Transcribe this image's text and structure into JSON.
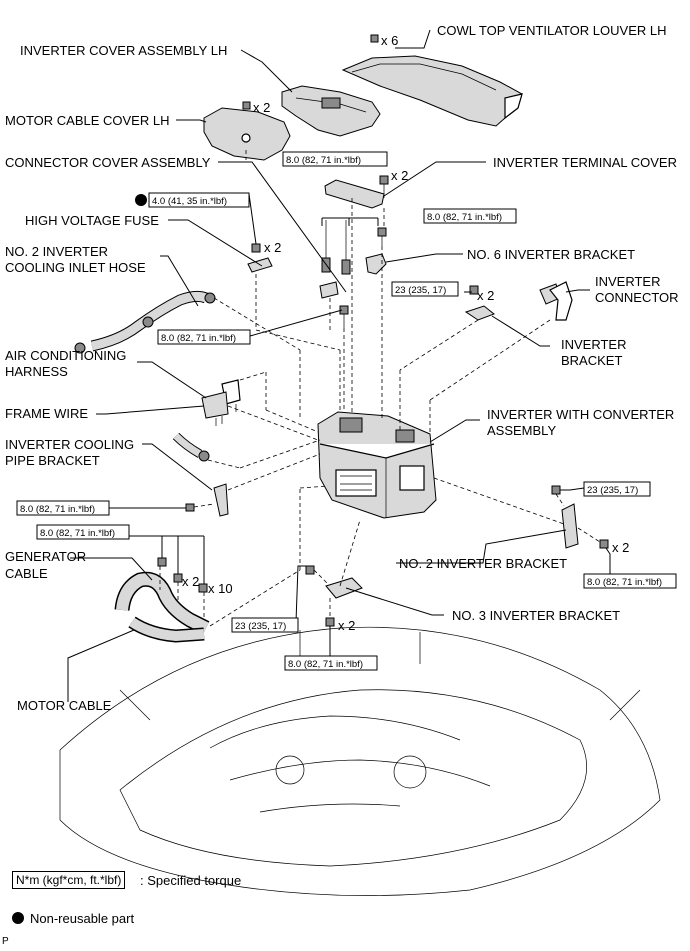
{
  "labels": {
    "cowl_top": "COWL TOP VENTILATOR LOUVER LH",
    "inverter_cover": "INVERTER COVER ASSEMBLY LH",
    "motor_cable_cover": "MOTOR CABLE COVER LH",
    "connector_cover": "CONNECTOR COVER ASSEMBLY",
    "inverter_terminal_cover": "INVERTER TERMINAL COVER",
    "high_voltage_fuse": "HIGH VOLTAGE FUSE",
    "no6_bracket": "NO. 6 INVERTER BRACKET",
    "no2_hose_1": "NO. 2 INVERTER",
    "no2_hose_2": "COOLING INLET HOSE",
    "inverter_connector_1": "INVERTER",
    "inverter_connector_2": "CONNECTOR",
    "inverter_bracket_1": "INVERTER",
    "inverter_bracket_2": "BRACKET",
    "ac_harness_1": "AIR CONDITIONING",
    "ac_harness_2": "HARNESS",
    "frame_wire": "FRAME WIRE",
    "inverter_converter_1": "INVERTER WITH CONVERTER",
    "inverter_converter_2": "ASSEMBLY",
    "cooling_pipe_bracket_1": "INVERTER COOLING",
    "cooling_pipe_bracket_2": "PIPE BRACKET",
    "generator_cable_1": "GENERATOR",
    "generator_cable_2": "CABLE",
    "no2_bracket": "NO. 2 INVERTER BRACKET",
    "no3_bracket": "NO. 3 INVERTER BRACKET",
    "motor_cable": "MOTOR CABLE"
  },
  "torques": {
    "t_terminal": "8.0 (82, 71 in.*lbf)",
    "t_fuse": "4.0 (41, 35 in.*lbf)",
    "t_no6": "8.0 (82, 71 in.*lbf)",
    "t_bracket": "23 (235, 17)",
    "t_hose": "8.0 (82, 71 in.*lbf)",
    "t_pipe": "8.0 (82, 71 in.*lbf)",
    "t_gen": "8.0 (82, 71 in.*lbf)",
    "t_no2_top": "23 (235, 17)",
    "t_no2_bot": "8.0 (82, 71 in.*lbf)",
    "t_no3_left": "23 (235, 17)",
    "t_no3_bot": "8.0 (82, 71 in.*lbf)"
  },
  "quantities": {
    "q_cowl": "x 6",
    "q_cover": "x 2",
    "q_terminal": "x 2",
    "q_fuse": "x 2",
    "q_bracket": "x 2",
    "q_gen_a": "x 2",
    "q_gen_b": "x 10",
    "q_no2": "x 2",
    "q_no3": "x 2"
  },
  "legend": {
    "torque_unit": "N*m (kgf*cm, ft.*lbf)",
    "torque_desc": ": Specified torque",
    "nonreusable_desc": "Non-reusable part"
  },
  "footer_code": "P"
}
